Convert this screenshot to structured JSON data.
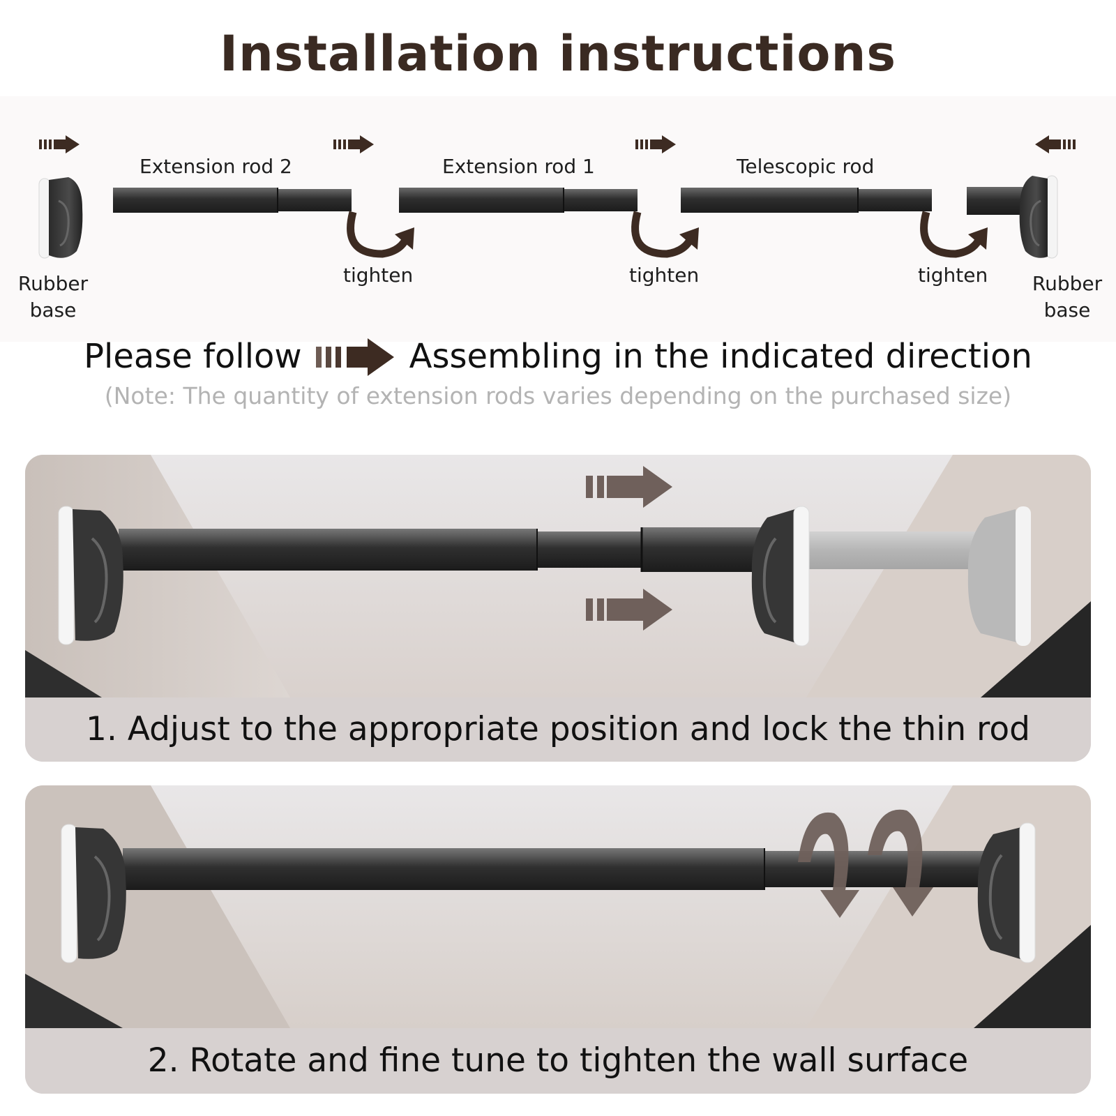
{
  "title": "Installation instructions",
  "parts": {
    "rubber_base_left": [
      "Rubber",
      "base"
    ],
    "extension_rod_2": "Extension rod 2",
    "extension_rod_1": "Extension rod 1",
    "telescopic_rod": "Telescopic rod",
    "rubber_base_right": [
      "Rubber",
      "base"
    ],
    "tighten_1": "tighten",
    "tighten_2": "tighten",
    "tighten_3": "tighten"
  },
  "follow": {
    "before": "Please follow",
    "after": "Assembling in the indicated direction"
  },
  "note": "(Note: The quantity of extension rods varies depending on the purchased size)",
  "steps": [
    {
      "caption": "1. Adjust to the appropriate position and lock the thin rod"
    },
    {
      "caption": "2. Rotate and fine tune to tighten the wall surface"
    }
  ],
  "colors": {
    "title": "#3a2a22",
    "arrow": "#3d2b22",
    "rod": "#3c3c3c",
    "panel_arrow": "#6f605b",
    "note": "#b3b3b3"
  }
}
